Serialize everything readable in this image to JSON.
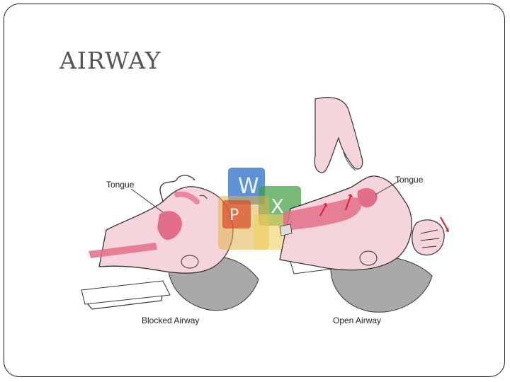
{
  "slide": {
    "title": "AIRWAY"
  },
  "illustration": {
    "left_label": "Tongue",
    "right_label": "Tongue",
    "left_caption": "Blocked Airway",
    "right_caption": "Open Airway",
    "colors": {
      "skin": "#f6d4dc",
      "tissue": "#e36e8a",
      "hair": "#a9a9a9",
      "outline": "#333333",
      "arrow": "#d7263d"
    }
  }
}
